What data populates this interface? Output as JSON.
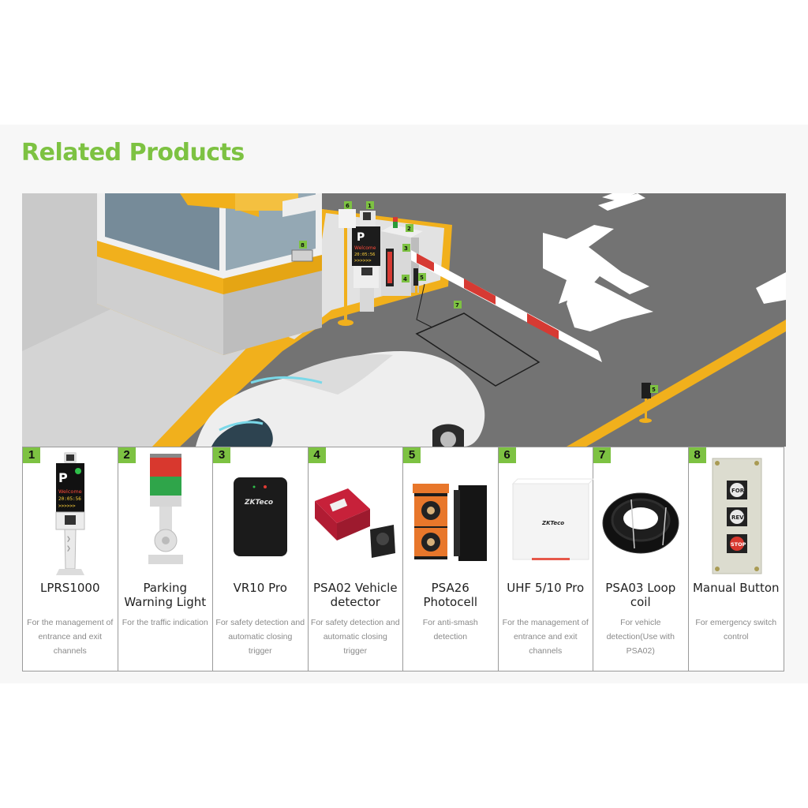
{
  "section": {
    "title": "Related Products"
  },
  "scene_labels": {
    "lprs": "1",
    "light": "2",
    "vr10": "3",
    "psa02": "4",
    "psa26_a": "5",
    "uhf": "6",
    "loop": "7",
    "button": "8",
    "psa26_b": "5"
  },
  "scene_display": {
    "welcome": "Welcome",
    "time": "20:05:56",
    "arrows": ">>>>>>"
  },
  "products": [
    {
      "number": "1",
      "name": "LPRS1000",
      "description": "For the management of entrance and exit channels"
    },
    {
      "number": "2",
      "name": "Parking Warning Light",
      "description": "For the  traffic indication"
    },
    {
      "number": "3",
      "name": "VR10 Pro",
      "description": "For safety detection and automatic closing trigger"
    },
    {
      "number": "4",
      "name": "PSA02 Vehicle detector",
      "description": "For safety detection and automatic closing trigger"
    },
    {
      "number": "5",
      "name": "PSA26 Photocell",
      "description": "For anti-smash detection"
    },
    {
      "number": "6",
      "name": "UHF 5/10 Pro",
      "description": "For the management of entrance and exit channels"
    },
    {
      "number": "7",
      "name": "PSA03 Loop coil",
      "description": "For vehicle detection(Use with PSA02)"
    },
    {
      "number": "8",
      "name": "Manual Button",
      "description": "For emergency switch control"
    }
  ],
  "device_text": {
    "lprs_welcome": "Welcome",
    "lprs_time": "20:05:56",
    "vr10_brand": "ZKTeco",
    "uhf_brand": "ZKTeco",
    "btn_for": "FOR",
    "btn_rev": "REV",
    "btn_stop": "STOP"
  },
  "colors": {
    "accent": "#7dc242",
    "road": "#727272",
    "curb": "#f1b01c",
    "barrier_red": "#d63a33"
  }
}
